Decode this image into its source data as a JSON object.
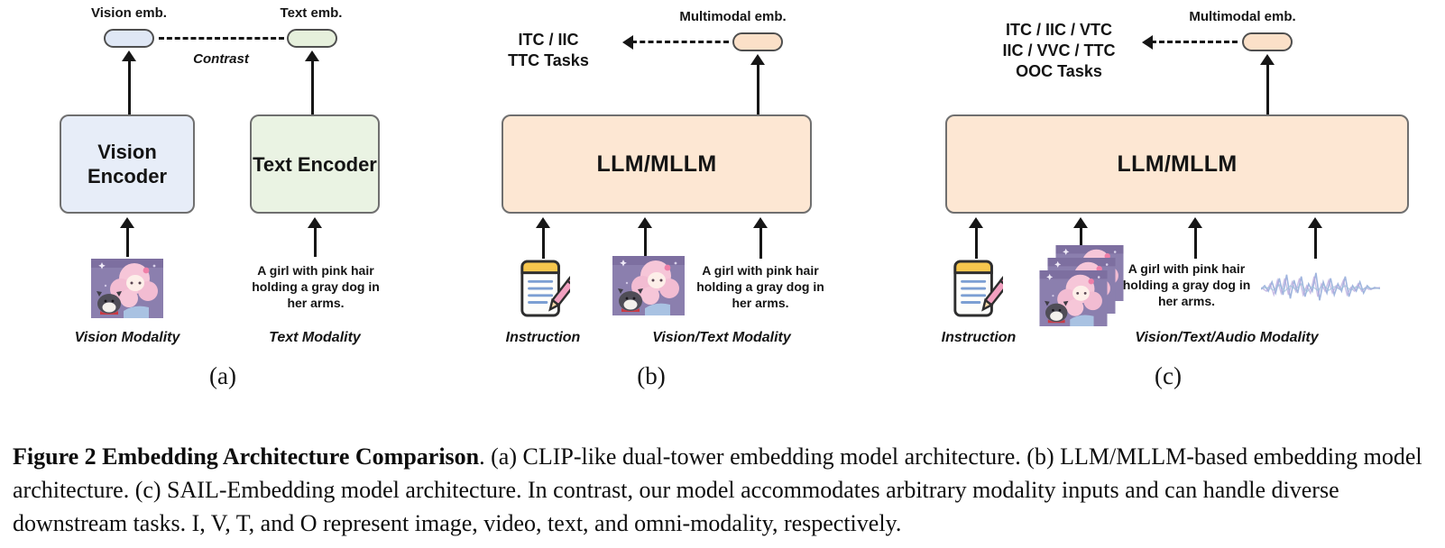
{
  "figure": {
    "panel_a": {
      "vision_emb_label": "Vision emb.",
      "text_emb_label": "Text emb.",
      "contrast_label": "Contrast",
      "vision_encoder_label": "Vision Encoder",
      "text_encoder_label": "Text Encoder",
      "text_sample": "A girl with pink hair holding a gray dog in her arms.",
      "vision_modality_label": "Vision Modality",
      "text_modality_label": "Text Modality",
      "panel_tag": "(a)"
    },
    "panel_b": {
      "tasks_lines": [
        "ITC / IIC",
        "TTC Tasks"
      ],
      "multimodal_emb_label": "Multimodal emb.",
      "model_label": "LLM/MLLM",
      "text_sample": "A girl with pink hair holding a gray dog in her arms.",
      "instruction_label": "Instruction",
      "modality_label": "Vision/Text Modality",
      "panel_tag": "(b)"
    },
    "panel_c": {
      "tasks_lines": [
        "ITC / IIC / VTC",
        "IIC / VVC / TTC",
        "OOC Tasks"
      ],
      "multimodal_emb_label": "Multimodal emb.",
      "model_label": "LLM/MLLM",
      "text_sample": "A girl with pink hair holding a gray dog in her arms.",
      "instruction_label": "Instruction",
      "modality_label": "Vision/Text/Audio Modality",
      "panel_tag": "(c)"
    }
  },
  "caption": {
    "figure_label_bold": "Figure 2  Embedding Architecture Comparison",
    "body": ". (a) CLIP-like dual-tower embedding model architecture. (b) LLM/MLLM-based embedding model architecture. (c) SAIL-Embedding model architecture. In contrast, our model accommodates arbitrary modality inputs and can handle diverse downstream tasks. I, V, T, and O represent image, video, text, and omni-modality, respectively."
  },
  "icons": {
    "instruction": "notepad-pencil-icon",
    "vision_sample": "anime-girl-with-dog-image",
    "vision_stack": "stacked-images-icon",
    "audio": "audio-waveform-icon"
  },
  "colors": {
    "vision_box": "#e7edf8",
    "text_box": "#eaf3e3",
    "multimodal_box": "#fde7d3",
    "vision_pill": "#dfe7f5",
    "text_pill": "#e6f0dc",
    "multimodal_pill": "#fbe0c8",
    "arrow": "#161616"
  }
}
